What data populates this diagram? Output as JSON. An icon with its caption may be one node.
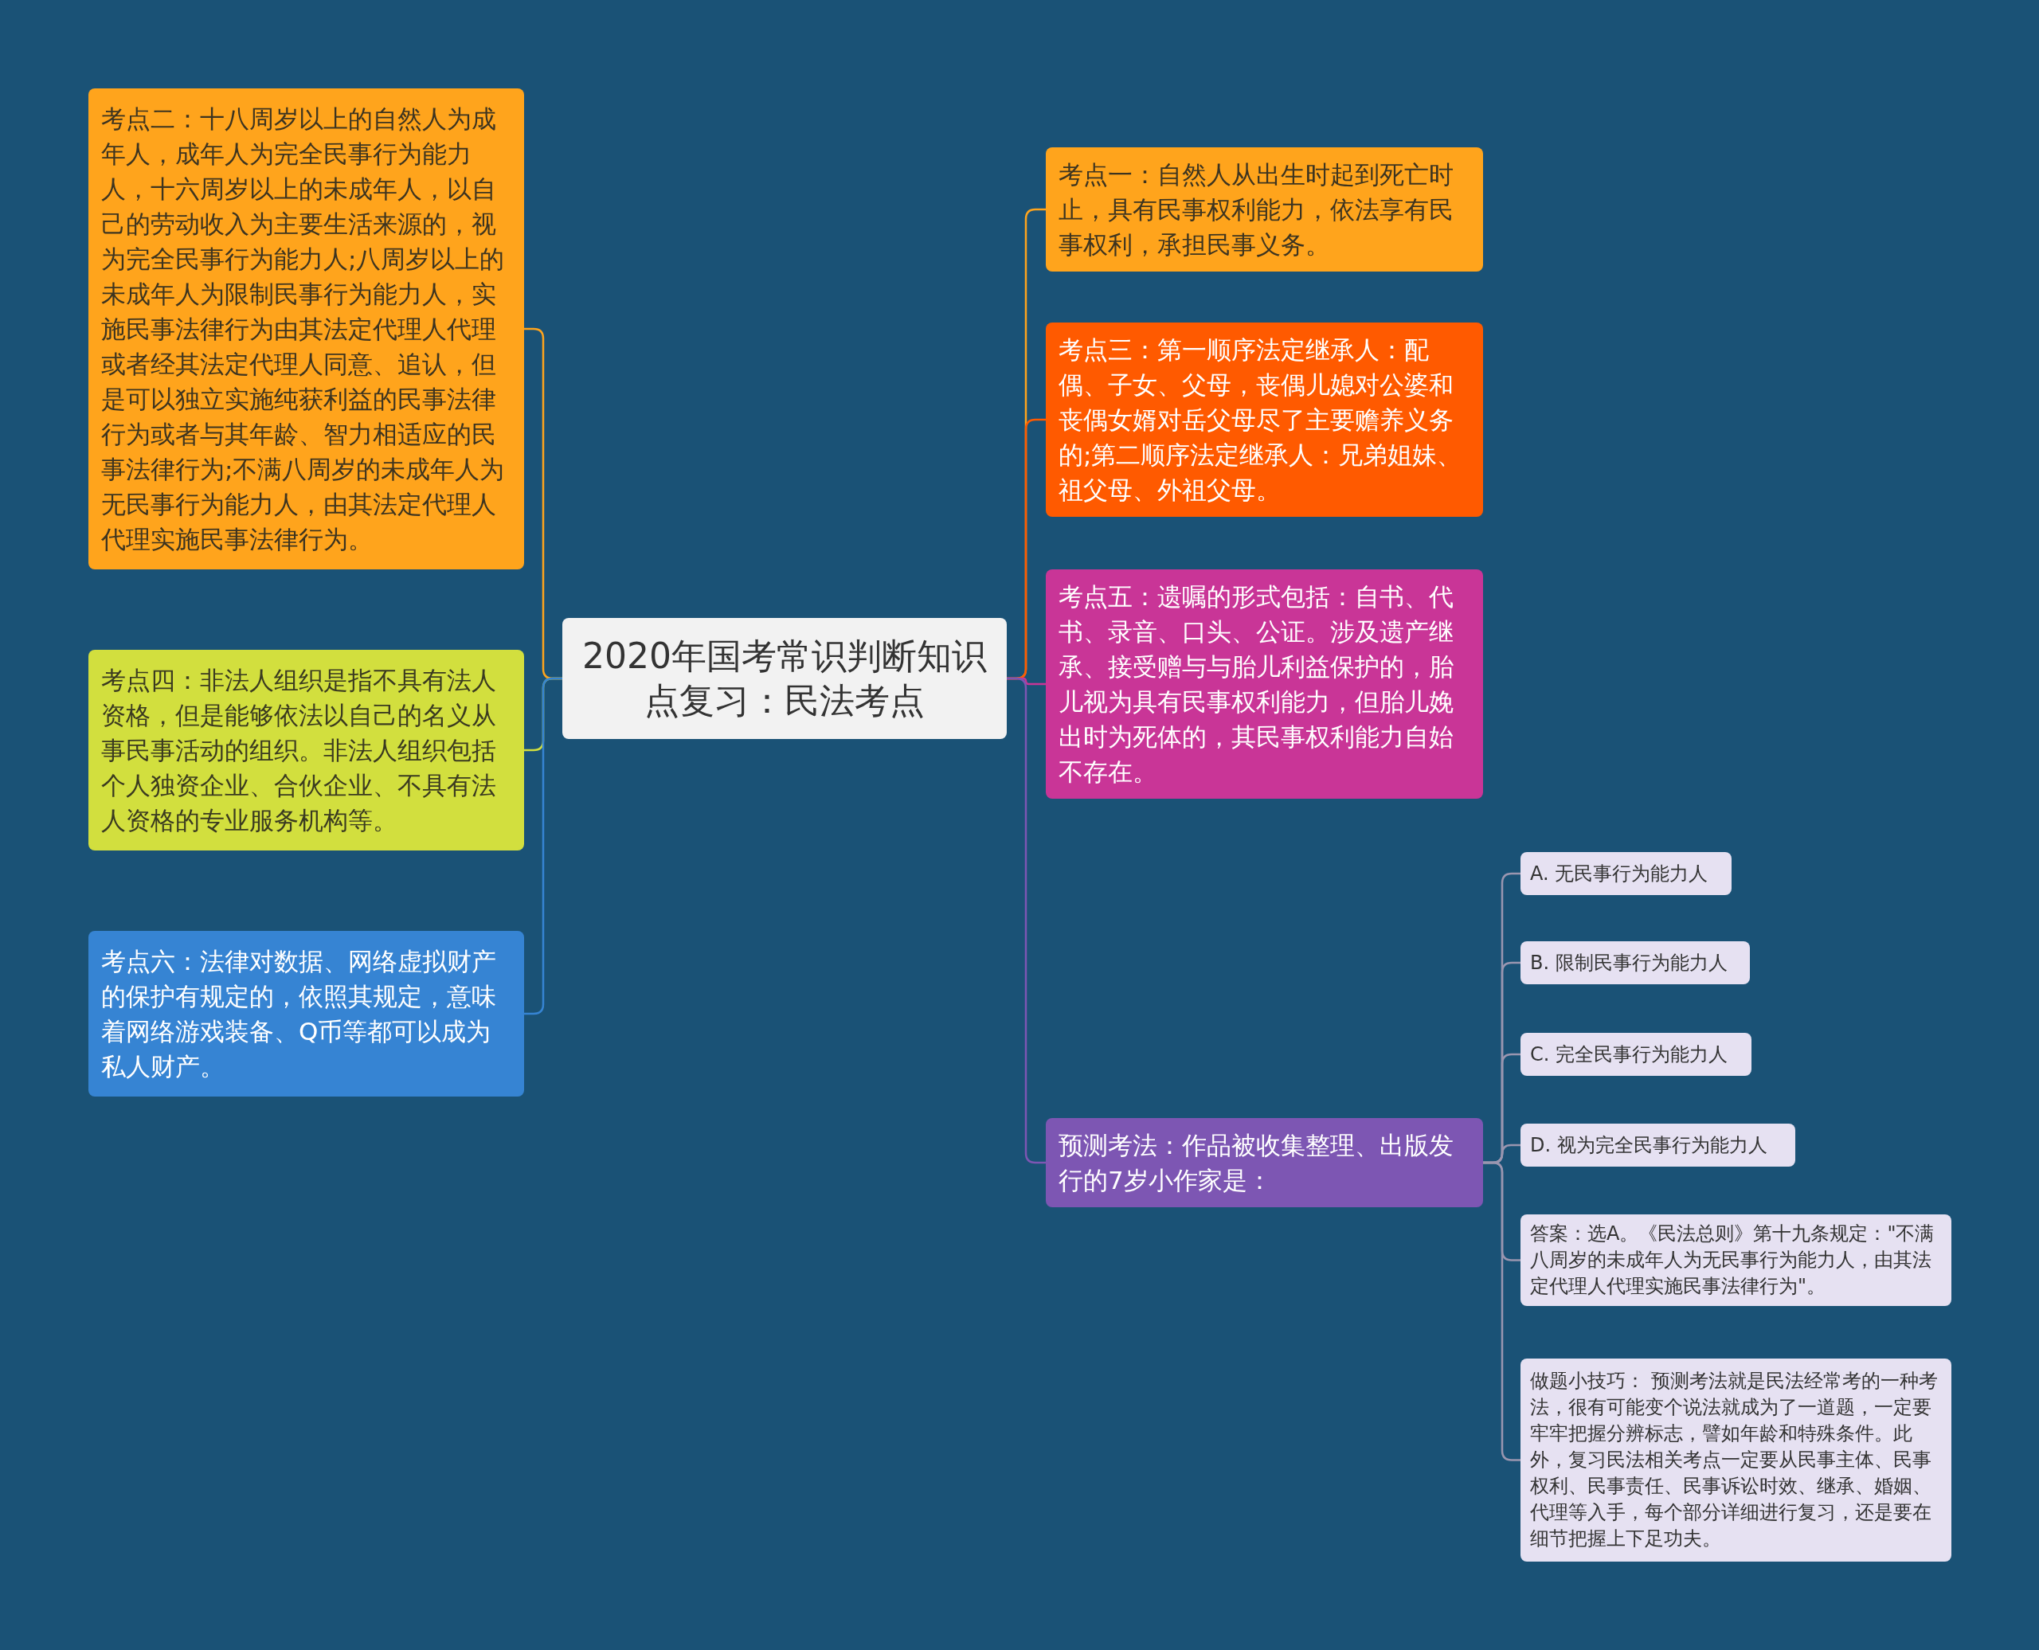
{
  "diagram": {
    "nodes": [
      {
        "text": [
          "2020年国考常识判断知识点复习：民法考点"
        ]
      },
      {
        "text": [
          "考点二：十八周岁以上的自然人为成年人，成年人为完全民事行为能力人，十六周岁以上的未成年人，以自己的劳动收入为主要生活来源的，视为完全民事行为能力人;八周岁以上的未成年人为限制民事行为能力人，实施民事法律行为由其法定代理人代理或者经其法定代理人同意、追认，但是可以独立实施纯获利益的民事法律行为或者与其年龄、智力相适应的民事法律行为;不满八周岁的未成年人为无民事行为能力人，由其法定代理人代理实施民事法律行为。"
        ]
      },
      {
        "text": [
          "考点四：非法人组织是指不具有法人资格，但是能够依法以自己的名义从事民事活动的组织。非法人组织包括个人独资企业、合伙企业、不具有法人资格的专业服务机构等。"
        ]
      },
      {
        "text": [
          "考点六：法律对数据、网络虚拟财产的保护有规定的，依照其规定，意味着网络游戏装备、Q币等都可以成为私人财产。"
        ]
      },
      {
        "text": [
          "考点一：自然人从出生时起到死亡时止，具有民事权利能力，依法享有民事权利，承担民事义务。"
        ]
      },
      {
        "text": [
          "考点三：第一顺序法定继承人：配偶、子女、父母，丧偶儿媳对公婆和丧偶女婿对岳父母尽了主要赡养义务的;第二顺序法定继承人：兄弟姐妹、祖父母、外祖父母。"
        ]
      },
      {
        "text": [
          "考点五：遗嘱的形式包括：自书、代书、录音、口头、公证。涉及遗产继承、接受赠与与胎儿利益保护的，胎儿视为具有民事权利能力，但胎儿娩出时为死体的，其民事权利能力自始不存在。"
        ]
      },
      {
        "text": [
          "预测考法：作品被收集整理、出版发行的7岁小作家是："
        ]
      },
      {
        "text": [
          "A. 无民事行为能力人"
        ]
      },
      {
        "text": [
          "B. 限制民事行为能力人"
        ]
      },
      {
        "text": [
          "C. 完全民事行为能力人"
        ]
      },
      {
        "text": [
          "D. 视为完全民事行为能力人"
        ]
      },
      {
        "text": [
          "答案：选A。《民法总则》第十九条规定：\"不满八周岁的未成年人为无民事行为能力人，由其法定代理人代理实施民事法律行为\"。"
        ]
      },
      {
        "text": [
          "做题小技巧： 预测考法就是民法经常考的一种考法，很有可能变个说法就成为了一道题，一定要牢牢把握分辨标志，譬如年龄和特殊条件。此外，复习民法相关考点一定要从民事主体、民事权利、民事责任、民事诉讼时效、继承、婚姻、代理等入手，每个部分详细进行复习，还是要在细节把握上下足功夫。"
        ]
      }
    ],
    "edges": [
      {
        "from": 0,
        "to": 1,
        "arrow": "none",
        "color": "#ffa41c"
      },
      {
        "from": 0,
        "to": 2,
        "arrow": "none",
        "color": "#d2df3e"
      },
      {
        "from": 0,
        "to": 3,
        "arrow": "none",
        "color": "#3684d3"
      },
      {
        "from": 0,
        "to": 4,
        "arrow": "none",
        "color": "#ffa41c"
      },
      {
        "from": 0,
        "to": 5,
        "arrow": "none",
        "color": "#ff5a00"
      },
      {
        "from": 0,
        "to": 6,
        "arrow": "none",
        "color": "#c93597"
      },
      {
        "from": 0,
        "to": 7,
        "arrow": "none",
        "color": "#7d56b3"
      },
      {
        "from": 7,
        "to": 8,
        "arrow": "none",
        "color": "#9a96b0"
      },
      {
        "from": 7,
        "to": 9,
        "arrow": "none",
        "color": "#9a96b0"
      },
      {
        "from": 7,
        "to": 10,
        "arrow": "none",
        "color": "#9a96b0"
      },
      {
        "from": 7,
        "to": 11,
        "arrow": "none",
        "color": "#9a96b0"
      },
      {
        "from": 7,
        "to": 12,
        "arrow": "none",
        "color": "#9a96b0"
      },
      {
        "from": 7,
        "to": 13,
        "arrow": "none",
        "color": "#9a96b0"
      }
    ]
  }
}
